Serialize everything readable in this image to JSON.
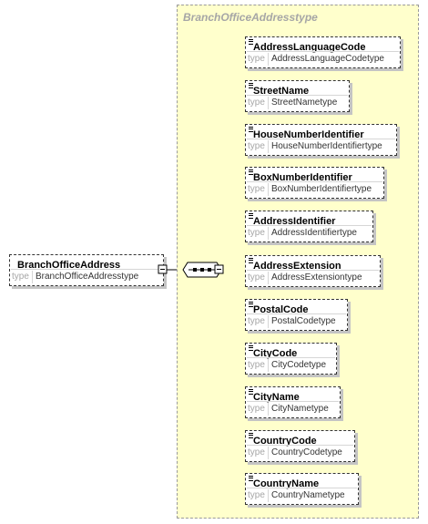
{
  "root": {
    "name": "BranchOfficeAddress",
    "type_key": "type",
    "type_value": "BranchOfficeAddresstype"
  },
  "complex_type": {
    "title": "BranchOfficeAddresstype"
  },
  "children": [
    {
      "name": "AddressLanguageCode",
      "type_key": "type",
      "type_value": "AddressLanguageCodetype"
    },
    {
      "name": "StreetName",
      "type_key": "type",
      "type_value": "StreetNametype"
    },
    {
      "name": "HouseNumberIdentifier",
      "type_key": "type",
      "type_value": "HouseNumberIdentifiertype"
    },
    {
      "name": "BoxNumberIdentifier",
      "type_key": "type",
      "type_value": "BoxNumberIdentifiertype"
    },
    {
      "name": "AddressIdentifier",
      "type_key": "type",
      "type_value": "AddressIdentifiertype"
    },
    {
      "name": "AddressExtension",
      "type_key": "type",
      "type_value": "AddressExtensiontype"
    },
    {
      "name": "PostalCode",
      "type_key": "type",
      "type_value": "PostalCodetype"
    },
    {
      "name": "CityCode",
      "type_key": "type",
      "type_value": "CityCodetype"
    },
    {
      "name": "CityName",
      "type_key": "type",
      "type_value": "CityNametype"
    },
    {
      "name": "CountryCode",
      "type_key": "type",
      "type_value": "CountryCodetype"
    },
    {
      "name": "CountryName",
      "type_key": "type",
      "type_value": "CountryNametype"
    }
  ],
  "colors": {
    "background": "#ffffcc",
    "border": "#333333",
    "muted_text": "#a6a6a6"
  },
  "icons": {
    "expand": "minus-box-icon",
    "compositor": "sequence-icon",
    "multiplicity": "optional-marker-icon"
  }
}
